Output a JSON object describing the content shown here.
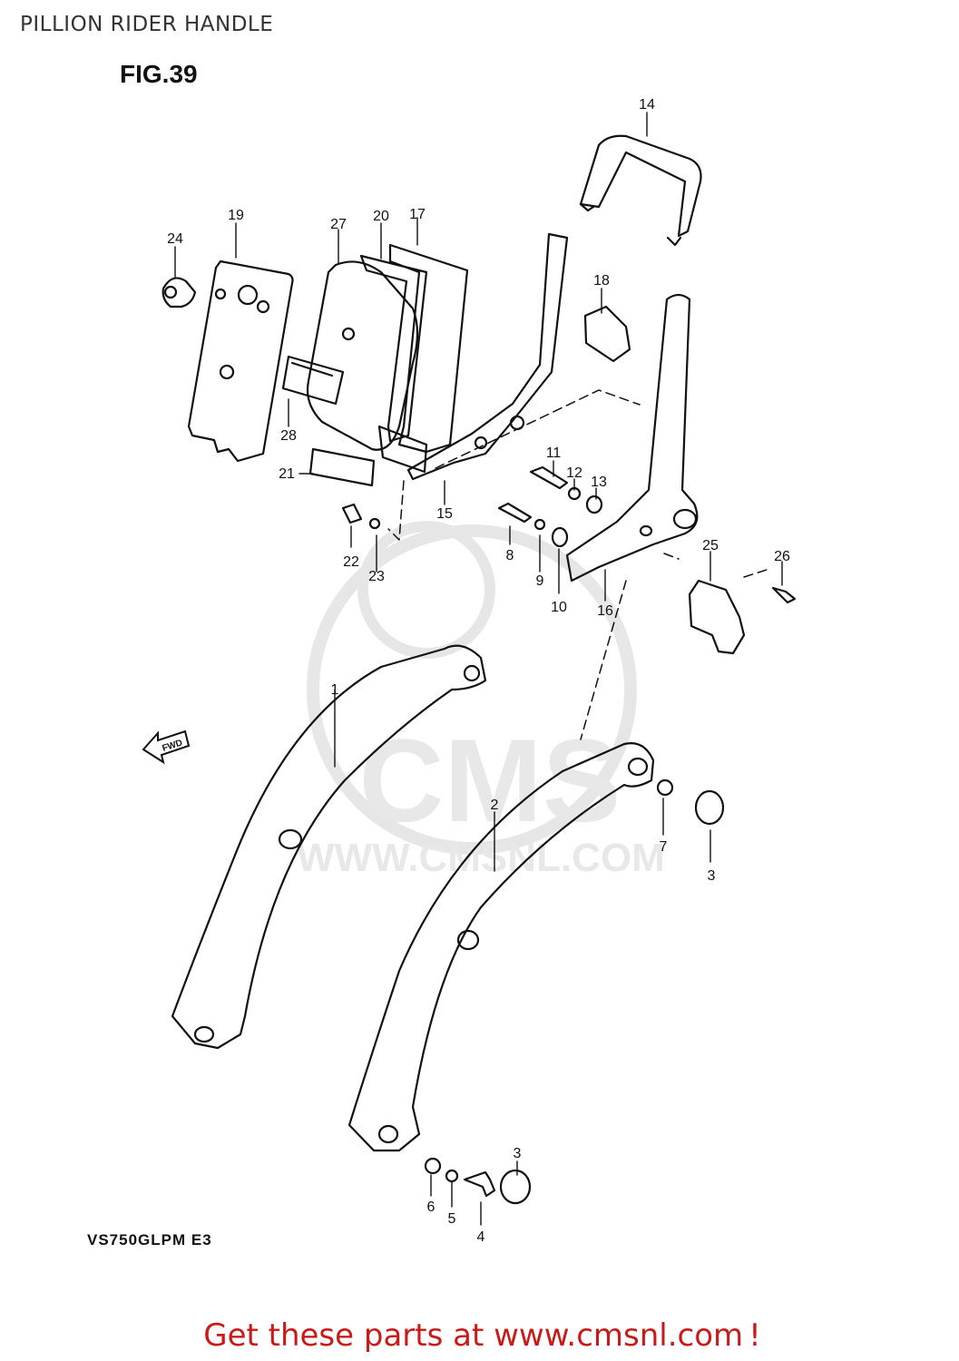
{
  "header": {
    "title": "PILLION RIDER HANDLE"
  },
  "figure": {
    "label": "FIG.39",
    "model_code": "VS750GLPM  E3",
    "fwd_label": "FWD"
  },
  "watermark": {
    "brand": "CMS",
    "url": "WWW.CMSNL.COM"
  },
  "callouts": [
    "1",
    "2",
    "3",
    "3",
    "4",
    "5",
    "6",
    "7",
    "8",
    "9",
    "10",
    "11",
    "12",
    "13",
    "14",
    "15",
    "16",
    "17",
    "18",
    "19",
    "20",
    "21",
    "22",
    "23",
    "24",
    "25",
    "26",
    "27",
    "28"
  ],
  "footer": {
    "cta_text": "Get these parts at www.cmsnl.com",
    "cta_mark": "!"
  },
  "colors": {
    "line": "#111111",
    "cta": "#c91a1a",
    "watermark": "#e6e6e6"
  }
}
